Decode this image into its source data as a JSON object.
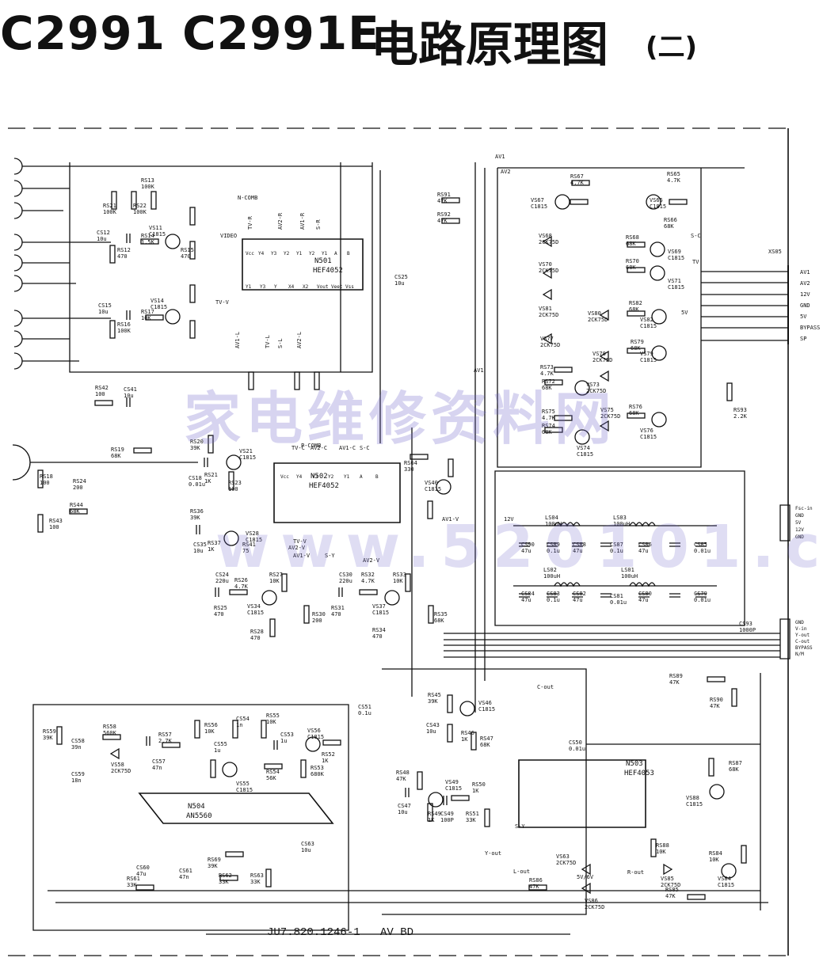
{
  "title": {
    "model_part": "C2991 C2991E",
    "cn_part": "电路原理图",
    "suffix": "(二)"
  },
  "watermarks": [
    "家电维修资料网",
    "www.520101.com"
  ],
  "footer": {
    "drawing_no": "JU7.820.1246-1",
    "board": "AV BD"
  },
  "ics": [
    {
      "ref": "N501",
      "part": "HEF4052",
      "pins_top": [
        "Vcc",
        "Y4",
        "Y3",
        "Y2",
        "Y1",
        "Y2",
        "Y1",
        "A",
        "B"
      ],
      "pins_bottom": [
        "Y1",
        "Y3",
        "Y",
        "X4",
        "X2",
        "Vout",
        "Veet",
        "Vss"
      ],
      "nets": [
        "TV-R",
        "AV2-R",
        "AV1-R",
        "S-R",
        "AV1-L",
        "TV-L",
        "S-L",
        "AV2-L"
      ]
    },
    {
      "ref": "N502",
      "part": "HEF4052",
      "pins_top": [
        "Vcc",
        "Y4",
        "Y3",
        "Y2",
        "Y1",
        "A",
        "B"
      ],
      "nets": [
        "TV-C",
        "AV2-C",
        "AV1-C",
        "S-C",
        "TV-V",
        "AV1-V",
        "S-Y",
        "AV2-V"
      ]
    },
    {
      "ref": "N503",
      "part": "HEF4053"
    },
    {
      "ref": "N504",
      "part": "AN5560"
    }
  ],
  "components": [
    {
      "ref": "RS21",
      "value": "100K"
    },
    {
      "ref": "RS22",
      "value": "100K"
    },
    {
      "ref": "RS13",
      "value": "100K"
    },
    {
      "ref": "RS12",
      "value": "470"
    },
    {
      "ref": "RS14",
      "value": "1.5K"
    },
    {
      "ref": "RS15",
      "value": "470"
    },
    {
      "ref": "RS16",
      "value": "100K"
    },
    {
      "ref": "RS17",
      "value": "10K"
    },
    {
      "ref": "RS18",
      "value": "100"
    },
    {
      "ref": "RS19",
      "value": "68K"
    },
    {
      "ref": "RS20",
      "value": "39K"
    },
    {
      "ref": "RS21",
      "value": "1K"
    },
    {
      "ref": "RS23",
      "value": "100"
    },
    {
      "ref": "RS24",
      "value": "200"
    },
    {
      "ref": "RS25",
      "value": "470"
    },
    {
      "ref": "RS26",
      "value": "4.7K"
    },
    {
      "ref": "RS27",
      "value": "10K"
    },
    {
      "ref": "RS28",
      "value": "470"
    },
    {
      "ref": "RS30",
      "value": "200"
    },
    {
      "ref": "RS31",
      "value": "470"
    },
    {
      "ref": "RS32",
      "value": "4.7K"
    },
    {
      "ref": "RS33",
      "value": "10K"
    },
    {
      "ref": "RS34",
      "value": "470"
    },
    {
      "ref": "RS35",
      "value": "68K"
    },
    {
      "ref": "RS36",
      "value": "39K"
    },
    {
      "ref": "RS37",
      "value": "1K"
    },
    {
      "ref": "RS41",
      "value": "75"
    },
    {
      "ref": "RS42",
      "value": "100"
    },
    {
      "ref": "RS43",
      "value": "100"
    },
    {
      "ref": "RS44",
      "value": "68K"
    },
    {
      "ref": "RS45",
      "value": "39K"
    },
    {
      "ref": "RS46",
      "value": "1K"
    },
    {
      "ref": "RS47",
      "value": "68K"
    },
    {
      "ref": "RS48",
      "value": "47K"
    },
    {
      "ref": "RS49",
      "value": "1K"
    },
    {
      "ref": "RS50",
      "value": "1K"
    },
    {
      "ref": "RS51",
      "value": "33K"
    },
    {
      "ref": "RS52",
      "value": "1K"
    },
    {
      "ref": "RS53",
      "value": "680K"
    },
    {
      "ref": "RS54",
      "value": "56K"
    },
    {
      "ref": "RS55",
      "value": "10K"
    },
    {
      "ref": "RS56",
      "value": "10K"
    },
    {
      "ref": "RS57",
      "value": "2.7K"
    },
    {
      "ref": "RS58",
      "value": "560K"
    },
    {
      "ref": "RS59",
      "value": "39K"
    },
    {
      "ref": "RS61",
      "value": "33K"
    },
    {
      "ref": "RS62",
      "value": "33K"
    },
    {
      "ref": "RS63",
      "value": "33K"
    },
    {
      "ref": "RS64",
      "value": "330"
    },
    {
      "ref": "RS65",
      "value": "4.7K"
    },
    {
      "ref": "RS66",
      "value": "68K"
    },
    {
      "ref": "RS67",
      "value": "4.7K"
    },
    {
      "ref": "RS68",
      "value": "68K"
    },
    {
      "ref": "RS69",
      "value": "39K"
    },
    {
      "ref": "RS70",
      "value": "68K"
    },
    {
      "ref": "RS72",
      "value": "68K"
    },
    {
      "ref": "RS73",
      "value": "4.7K"
    },
    {
      "ref": "RS74",
      "value": "68K"
    },
    {
      "ref": "RS75",
      "value": "4.7K"
    },
    {
      "ref": "RS76",
      "value": "68K"
    },
    {
      "ref": "RS79",
      "value": "68K"
    },
    {
      "ref": "RS82",
      "value": "68K"
    },
    {
      "ref": "RS84",
      "value": "10K"
    },
    {
      "ref": "RS85",
      "value": "47K"
    },
    {
      "ref": "RS86",
      "value": "47K"
    },
    {
      "ref": "RS87",
      "value": "68K"
    },
    {
      "ref": "RS88",
      "value": "10K"
    },
    {
      "ref": "RS89",
      "value": "47K"
    },
    {
      "ref": "RS90",
      "value": "47K"
    },
    {
      "ref": "RS91",
      "value": "47K"
    },
    {
      "ref": "RS92",
      "value": "47K"
    },
    {
      "ref": "RS93",
      "value": "2.2K"
    },
    {
      "ref": "CS12",
      "value": "10u"
    },
    {
      "ref": "CS15",
      "value": "10u"
    },
    {
      "ref": "CS18",
      "value": "0.01u"
    },
    {
      "ref": "CS24",
      "value": "220u"
    },
    {
      "ref": "CS25",
      "value": "10u"
    },
    {
      "ref": "CS30",
      "value": "220u"
    },
    {
      "ref": "CS35",
      "value": "10u"
    },
    {
      "ref": "CS41",
      "value": "10u"
    },
    {
      "ref": "CS43",
      "value": "10u"
    },
    {
      "ref": "CS47",
      "value": "10u"
    },
    {
      "ref": "CS49",
      "value": "100P"
    },
    {
      "ref": "CS50",
      "value": "0.01u"
    },
    {
      "ref": "CS51",
      "value": "0.1u"
    },
    {
      "ref": "CS53",
      "value": "1u"
    },
    {
      "ref": "CS54",
      "value": "1n"
    },
    {
      "ref": "CS55",
      "value": "1u"
    },
    {
      "ref": "CS57",
      "value": "47n"
    },
    {
      "ref": "CS58",
      "value": "39n"
    },
    {
      "ref": "CS59",
      "value": "18n"
    },
    {
      "ref": "CS60",
      "value": "47u"
    },
    {
      "ref": "CS61",
      "value": "47n"
    },
    {
      "ref": "CS63",
      "value": "10u"
    },
    {
      "ref": "CS79",
      "value": "0.01u"
    },
    {
      "ref": "CS80",
      "value": "47u"
    },
    {
      "ref": "CS81",
      "value": "0.01u"
    },
    {
      "ref": "CS82",
      "value": "47u"
    },
    {
      "ref": "CS83",
      "value": "0.1u"
    },
    {
      "ref": "CS84",
      "value": "47u"
    },
    {
      "ref": "CS85",
      "value": "0.01u"
    },
    {
      "ref": "CS86",
      "value": "47u"
    },
    {
      "ref": "CS87",
      "value": "0.1u"
    },
    {
      "ref": "CS88",
      "value": "47u"
    },
    {
      "ref": "CS89",
      "value": "0.1u"
    },
    {
      "ref": "CS90",
      "value": "47u"
    },
    {
      "ref": "CS93",
      "value": "1000P"
    },
    {
      "ref": "LS01",
      "value": "100uH"
    },
    {
      "ref": "LS02",
      "value": "100uH"
    },
    {
      "ref": "LS03",
      "value": "100uH"
    },
    {
      "ref": "LS04",
      "value": "100uH"
    },
    {
      "ref": "VS11",
      "value": "C1815"
    },
    {
      "ref": "VS14",
      "value": "C1815"
    },
    {
      "ref": "VS21",
      "value": "C1815"
    },
    {
      "ref": "VS28",
      "value": "C1815"
    },
    {
      "ref": "VS34",
      "value": "C1815"
    },
    {
      "ref": "VS37",
      "value": "C1815"
    },
    {
      "ref": "VS40",
      "value": "C1815"
    },
    {
      "ref": "VS46",
      "value": "C1815"
    },
    {
      "ref": "VS49",
      "value": "C1815"
    },
    {
      "ref": "VS55",
      "value": "C1815"
    },
    {
      "ref": "VS56",
      "value": "C1815"
    },
    {
      "ref": "VS58",
      "value": "2CK75D"
    },
    {
      "ref": "VS63",
      "value": "2CK75D"
    },
    {
      "ref": "VS65",
      "value": "C1815"
    },
    {
      "ref": "VS67",
      "value": "C1815"
    },
    {
      "ref": "VS68",
      "value": "2CK75D"
    },
    {
      "ref": "VS69",
      "value": "C1815"
    },
    {
      "ref": "VS70",
      "value": "2CK75D"
    },
    {
      "ref": "VS71",
      "value": "C1815"
    },
    {
      "ref": "VS73",
      "value": "2CK75D"
    },
    {
      "ref": "VS74",
      "value": "C1815"
    },
    {
      "ref": "VS75",
      "value": "2CK75D"
    },
    {
      "ref": "VS76",
      "value": "C1815"
    },
    {
      "ref": "VS77",
      "value": "2CK75D"
    },
    {
      "ref": "VS78",
      "value": "2CK75D"
    },
    {
      "ref": "VS79",
      "value": "C1815"
    },
    {
      "ref": "VS80",
      "value": "2CK75D"
    },
    {
      "ref": "VS81",
      "value": "2CK75D"
    },
    {
      "ref": "VS82",
      "value": "C1815"
    },
    {
      "ref": "VS84",
      "value": "C1815"
    },
    {
      "ref": "VS85",
      "value": "2CK75D"
    },
    {
      "ref": "VS86",
      "value": "2CK75D"
    },
    {
      "ref": "VS88",
      "value": "C1815"
    }
  ],
  "connectors": {
    "XS05": [
      "AV1",
      "AV2",
      "12V",
      "GND",
      "5V",
      "BYPASS",
      "SP"
    ],
    "right_mid": [
      "Fsc-in",
      "GND",
      "5V",
      "12V",
      "GND"
    ],
    "right_low": [
      "GND",
      "V-in",
      "Y-out",
      "C-out",
      "BYPASS",
      "N/M"
    ]
  },
  "nets": [
    "AV1",
    "AV2",
    "AV1",
    "C-out",
    "Y-out",
    "S-Y",
    "S-C",
    "TV",
    "5V",
    "12V",
    "N-COMB",
    "P-COMB",
    "5V/6V",
    "R-out",
    "L-out",
    "VIDEO",
    "TV-V",
    "AV1-V",
    "AV2-V"
  ]
}
